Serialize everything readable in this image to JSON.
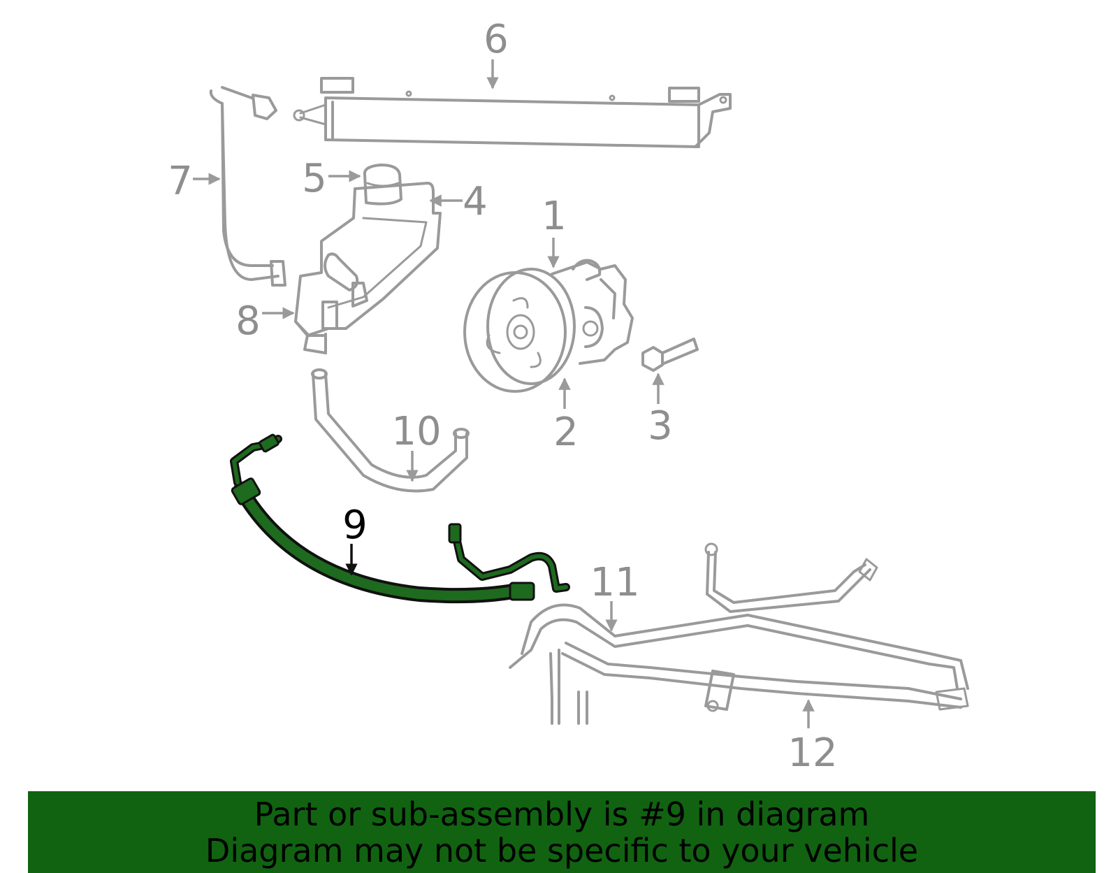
{
  "callouts": {
    "c1": "1",
    "c2": "2",
    "c3": "3",
    "c4": "4",
    "c5": "5",
    "c6": "6",
    "c7": "7",
    "c8": "8",
    "c9": "9",
    "c10": "10",
    "c11": "11",
    "c12": "12"
  },
  "highlighted_part": "9",
  "colors": {
    "highlight_fill": "#1e6a1e",
    "banner_bg": "#116311",
    "part_outline": "#9a9a9a"
  },
  "banner": {
    "line1": "Part or sub-assembly is #9 in diagram",
    "line2": "Diagram may not be specific to your vehicle"
  }
}
